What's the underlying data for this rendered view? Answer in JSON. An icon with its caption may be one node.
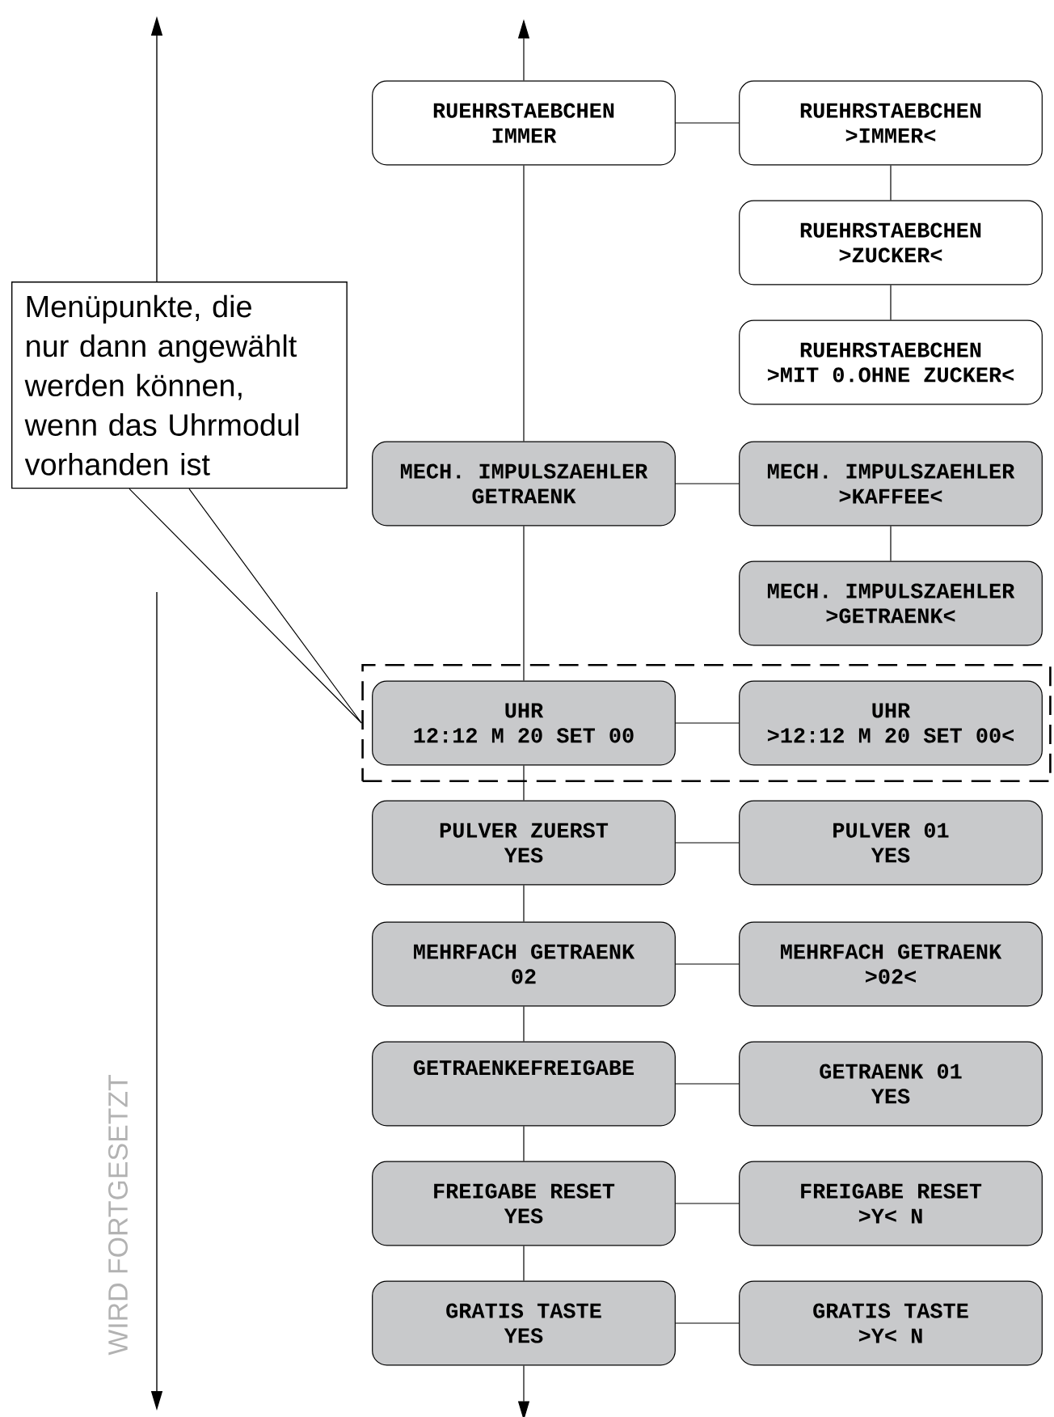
{
  "diagram": {
    "nodes": [
      {
        "text": [
          "RUEHRSTAEBCHEN",
          "IMMER"
        ]
      },
      {
        "text": [
          "RUEHRSTAEBCHEN",
          ">IMMER<"
        ]
      },
      {
        "text": [
          "RUEHRSTAEBCHEN",
          ">ZUCKER<"
        ]
      },
      {
        "text": [
          "RUEHRSTAEBCHEN",
          ">MIT 0.OHNE ZUCKER<"
        ]
      },
      {
        "text": [
          "Menüpunkte, die nur dann angewählt werden können, wenn das Uhrmodul vorhanden ist"
        ]
      },
      {
        "text": [
          "MECH. IMPULSZAEHLER",
          "GETRAENK"
        ]
      },
      {
        "text": [
          "MECH. IMPULSZAEHLER",
          ">KAFFEE<"
        ]
      },
      {
        "text": [
          "MECH. IMPULSZAEHLER",
          ">GETRAENK<"
        ]
      },
      {
        "text": [],
        "shape": "box"
      },
      {
        "text": [
          "UHR",
          "12:12 M 20 SET 00"
        ],
        "in": 8
      },
      {
        "text": [
          "UHR",
          ">12:12 M 20 SET 00<"
        ],
        "in": 8
      },
      {
        "text": [
          "PULVER ZUERST",
          "YES"
        ]
      },
      {
        "text": [
          "PULVER 01",
          "YES"
        ]
      },
      {
        "text": [
          "MEHRFACH GETRAENK",
          "02"
        ]
      },
      {
        "text": [
          "MEHRFACH GETRAENK",
          ">02<"
        ]
      },
      {
        "text": [
          "GETRAENKEFREIGABE"
        ]
      },
      {
        "text": [
          "GETRAENK 01",
          "YES"
        ]
      },
      {
        "text": [
          "FREIGABE RESET",
          "YES"
        ]
      },
      {
        "text": [
          "FREIGABE RESET",
          ">Y< N"
        ]
      },
      {
        "text": [
          "GRATIS TASTE",
          "YES"
        ]
      },
      {
        "text": [
          "GRATIS TASTE",
          ">Y< N"
        ]
      }
    ],
    "edges": [
      {
        "from": 0,
        "to": null,
        "arrow": "to"
      },
      {
        "from": 0,
        "to": 1,
        "arrow": "none"
      },
      {
        "from": 1,
        "to": 2,
        "arrow": "none"
      },
      {
        "from": 2,
        "to": 3,
        "arrow": "none"
      },
      {
        "from": 4,
        "to": 8,
        "arrow": "none"
      },
      {
        "from": 0,
        "to": 5,
        "arrow": "none"
      },
      {
        "from": 5,
        "to": 6,
        "arrow": "none"
      },
      {
        "from": 6,
        "to": 7,
        "arrow": "none"
      },
      {
        "from": 5,
        "to": 9,
        "arrow": "none"
      },
      {
        "from": 9,
        "to": 10,
        "arrow": "none"
      },
      {
        "from": 9,
        "to": 11,
        "arrow": "none"
      },
      {
        "from": 11,
        "to": 12,
        "arrow": "none"
      },
      {
        "from": 11,
        "to": 13,
        "arrow": "none"
      },
      {
        "from": 13,
        "to": 14,
        "arrow": "none"
      },
      {
        "from": 13,
        "to": 15,
        "arrow": "none"
      },
      {
        "from": 15,
        "to": 16,
        "arrow": "none"
      },
      {
        "from": 15,
        "to": 17,
        "arrow": "none"
      },
      {
        "from": 17,
        "to": 18,
        "arrow": "none"
      },
      {
        "from": 17,
        "to": 19,
        "arrow": "none"
      },
      {
        "from": 19,
        "to": 20,
        "arrow": "none"
      },
      {
        "from": 19,
        "to": null,
        "arrow": "to"
      }
    ],
    "labels": [
      "WIRD FORTGESETZT"
    ]
  }
}
